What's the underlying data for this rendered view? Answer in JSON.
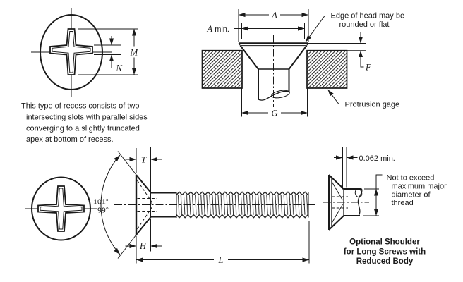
{
  "figure": {
    "ink": "#1a1a1a",
    "bg": "#ffffff"
  },
  "recess_plan": {
    "dim_m": "M",
    "dim_n": "N",
    "caption": [
      "This type of recess consists of two",
      "intersecting slots with parallel sides",
      "converging to a slightly truncated",
      "apex at bottom of recess."
    ]
  },
  "gage_view": {
    "dim_a": "A",
    "dim_a_min_letter": "A",
    "dim_a_min_rest": " min.",
    "edge_note": [
      "Edge of head may be",
      "rounded or flat"
    ],
    "dim_f": "F",
    "dim_g": "G",
    "gage_label": "Protrusion gage"
  },
  "side_view": {
    "dim_t": "T",
    "angle_outer": "101°",
    "angle_inner": "99°",
    "dim_h": "H",
    "dim_l": "L"
  },
  "shoulder_view": {
    "dim_shoulder_min": "0.062 min.",
    "note": [
      "Not to exceed",
      "maximum major",
      "diameter of",
      "thread"
    ],
    "caption": [
      "Optional Shoulder",
      "for Long Screws with",
      "Reduced Body"
    ]
  }
}
